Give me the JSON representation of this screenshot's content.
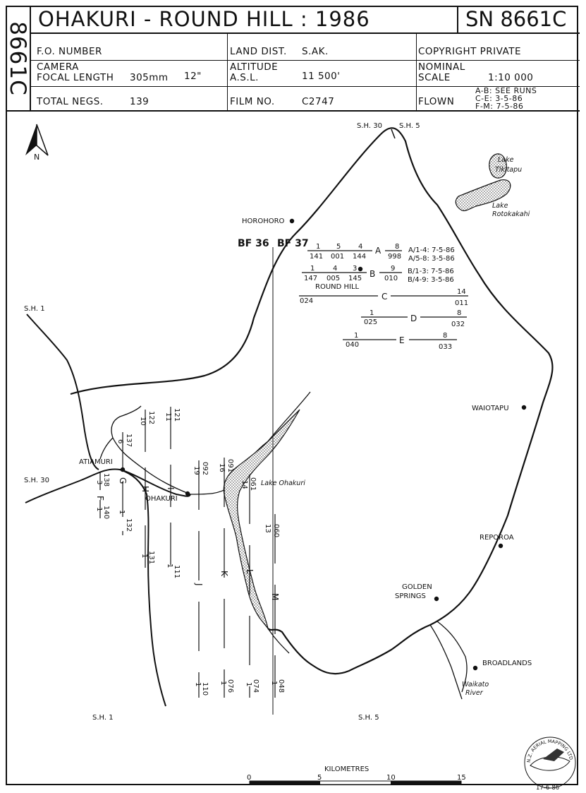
{
  "header": {
    "side_id": "8661C",
    "title": "OHAKURI - ROUND HILL : 1986",
    "sn": "SN 8661C",
    "fo_number_label": "F.O. NUMBER",
    "land_dist_label": "LAND DIST.",
    "land_dist_value": "S.AK.",
    "copyright": "COPYRIGHT PRIVATE",
    "camera_label": "CAMERA",
    "focal_length_label": "FOCAL LENGTH",
    "focal_length_mm": "305mm",
    "focal_length_in": "12\"",
    "altitude_label": "ALTITUDE",
    "asl_label": "A.S.L.",
    "altitude_value": "11 500'",
    "nominal_label": "NOMINAL",
    "scale_label": "SCALE",
    "scale_value": "1:10 000",
    "total_negs_label": "TOTAL NEGS.",
    "total_negs_value": "139",
    "film_no_label": "FILM NO.",
    "film_no_value": "C2747",
    "flown_label": "FLOWN",
    "flown_line1": "A-B: SEE RUNS",
    "flown_line2": "C-E: 3-5-86",
    "flown_line3": "F-M: 7-5-86"
  },
  "map": {
    "north_label": "N",
    "places": {
      "horohoro": "HOROHORO",
      "round_hill": "ROUND HILL",
      "waiotapu": "WAIOTAPU",
      "reporoa": "REPOROA",
      "golden_springs_1": "GOLDEN",
      "golden_springs_2": "SPRINGS",
      "broadlands": "BROADLANDS",
      "atiamuri": "ATIAMURI",
      "ohakuri": "OHAKURI"
    },
    "lakes": {
      "tikitapu_1": "Lake",
      "tikitapu_2": "Tikitapu",
      "rotokakahi_1": "Lake",
      "rotokakahi_2": "Rotokakahi",
      "ohakuri": "Lake Ohakuri",
      "waikato_1": "Waikato",
      "waikato_2": "River"
    },
    "roads": {
      "sh30_top": "S.H. 30",
      "sh5_top": "S.H. 5",
      "sh1_left": "S.H. 1",
      "sh30_left": "S.H. 30",
      "sh1_bottom": "S.H. 1",
      "sh5_bottom": "S.H. 5"
    },
    "bf36": "BF 36",
    "bf37": "BF 37",
    "runs_horizontal": [
      {
        "letter": "A",
        "top": [
          "1",
          "5",
          "4",
          "8"
        ],
        "bottom": [
          "141",
          "001",
          "144",
          "998"
        ],
        "note1": "A/1-4: 7-5-86",
        "note2": "A/5-8: 3-5-86"
      },
      {
        "letter": "B",
        "top": [
          "1",
          "4",
          "3",
          "9"
        ],
        "bottom": [
          "147",
          "005",
          "145",
          "010"
        ],
        "note1": "B/1-3: 7-5-86",
        "note2": "B/4-9: 3-5-86"
      },
      {
        "letter": "C",
        "top": [
          "14"
        ],
        "bottom": [
          "024",
          "011"
        ]
      },
      {
        "letter": "D",
        "top": [
          "1",
          "8"
        ],
        "bottom": [
          "025",
          "032"
        ]
      },
      {
        "letter": "E",
        "top": [
          "1",
          "8"
        ],
        "bottom": [
          "040",
          "033"
        ]
      }
    ],
    "runs_vertical": [
      {
        "letter": "F",
        "top_num": "3",
        "top_frame": "138",
        "bot_num": "1",
        "bot_frame": "140"
      },
      {
        "letter": "G",
        "top_num": "6",
        "top_frame": "137",
        "bot_num": "1",
        "bot_frame": "132"
      },
      {
        "letter": "H",
        "top_num": "10",
        "top_frame": "122",
        "bot_num": "1",
        "bot_frame": "131"
      },
      {
        "letter": "I",
        "top_num": "11",
        "top_frame": "121",
        "bot_num": "1",
        "bot_frame": "111"
      },
      {
        "letter": "J",
        "top_num": "19",
        "top_frame": "092",
        "bot_num": "1",
        "bot_frame": "110"
      },
      {
        "letter": "K",
        "top_num": "16",
        "top_frame": "091",
        "bot_num": "1",
        "bot_frame": "076"
      },
      {
        "letter": "L",
        "top_num": "14",
        "top_frame": "061",
        "bot_num": "1",
        "bot_frame": "074"
      },
      {
        "letter": "M",
        "top_num": "13",
        "top_frame": "060",
        "bot_num": "1",
        "bot_frame": "048"
      }
    ],
    "scale_bar": {
      "title": "KILOMETRES",
      "ticks": [
        "0",
        "5",
        "10",
        "15"
      ]
    },
    "logo_text": "N.Z. AERIAL MAPPING LTD",
    "date_stamp": "17-6-86"
  }
}
